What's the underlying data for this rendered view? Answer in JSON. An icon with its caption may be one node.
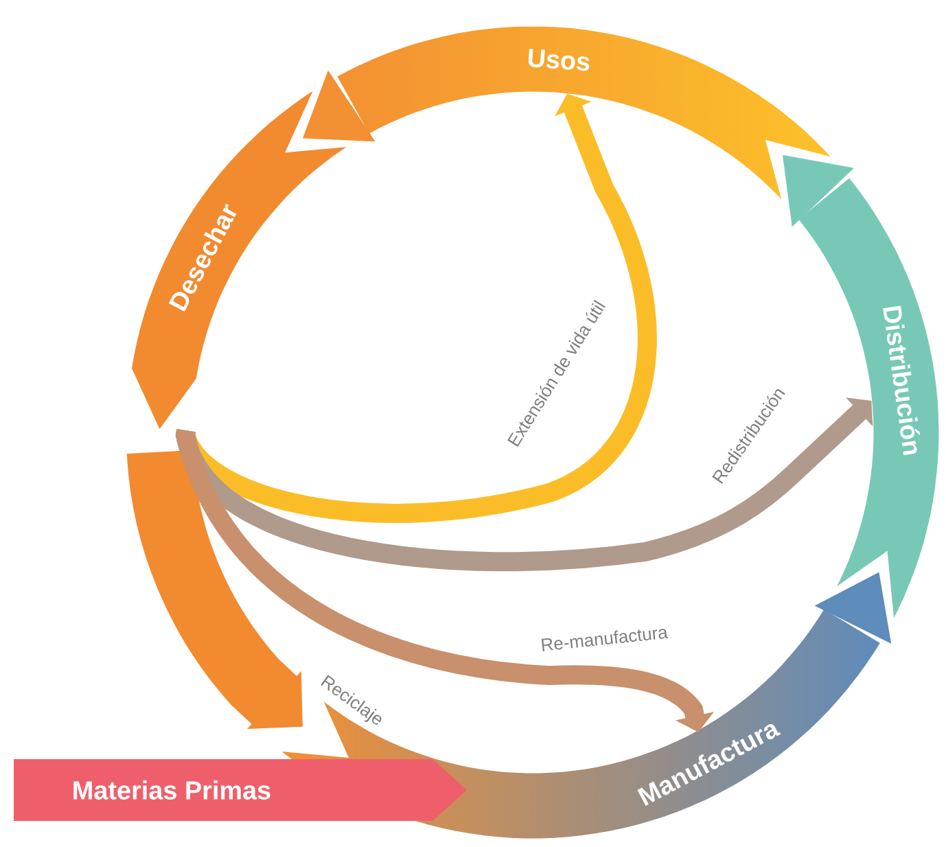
{
  "diagram": {
    "nodes": [
      {
        "text": [
          "Usos"
        ]
      },
      {
        "text": [
          "Desechar"
        ]
      },
      {
        "text": [
          "Distribución"
        ]
      },
      {
        "text": [
          "Manufactura"
        ]
      },
      {
        "text": [
          "Materias Primas"
        ]
      }
    ],
    "edges": [
      {
        "from": 1,
        "to": 0,
        "arrow": "to",
        "label": "Extensión de vida útil",
        "color": "#fbbd27"
      },
      {
        "from": 1,
        "to": 2,
        "arrow": "to",
        "label": "Redistribución",
        "color": "#b09a8c"
      },
      {
        "from": 1,
        "to": 3,
        "arrow": "to",
        "label": "Re-manufactura",
        "color": "#c8906c"
      },
      {
        "from": 1,
        "to": 3,
        "arrow": "to",
        "label": "Reciclaje",
        "style": "thick",
        "color": "#f28a30"
      },
      {
        "from": 3,
        "to": 2,
        "arrow": "to",
        "color": "#5e8cbb"
      },
      {
        "from": 2,
        "to": 0,
        "arrow": "to",
        "color": "#77c9b5"
      },
      {
        "from": 0,
        "to": 1,
        "arrow": "to",
        "color": "#f39033"
      },
      {
        "from": 4,
        "to": 3,
        "arrow": "to",
        "color": "#ef5f6b"
      }
    ]
  }
}
